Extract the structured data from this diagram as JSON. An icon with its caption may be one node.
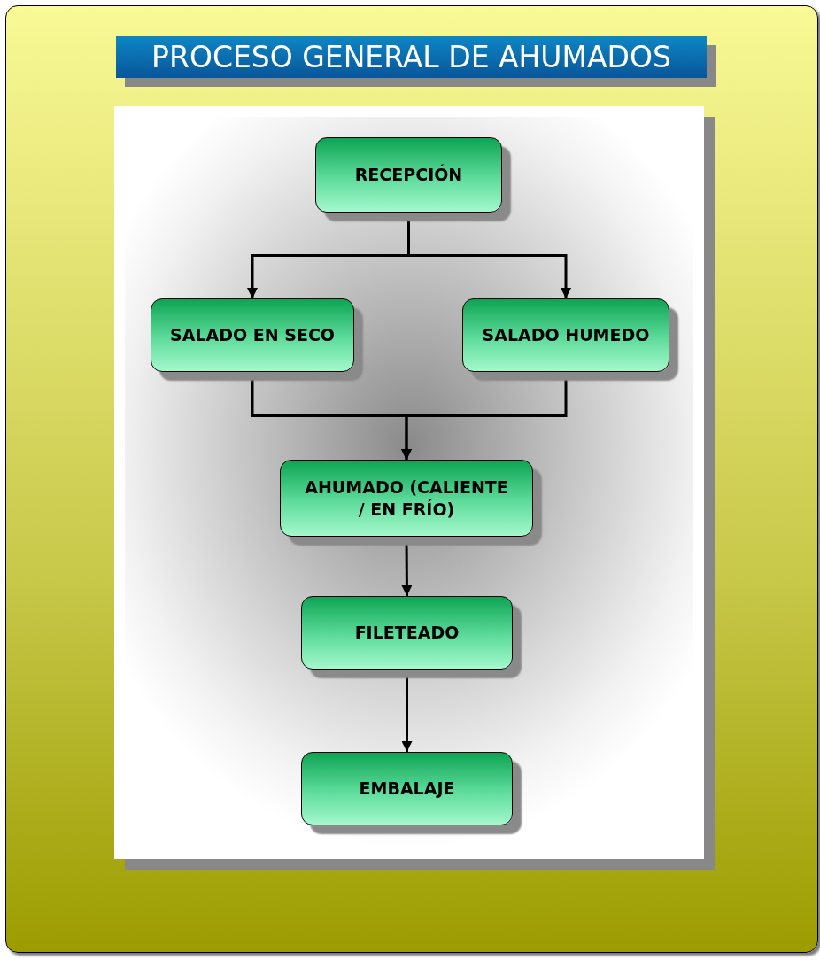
{
  "diagram": {
    "title": "PROCESO GENERAL DE AHUMADOS",
    "nodes": [
      {
        "text": [
          "RECEPCIÓN"
        ]
      },
      {
        "text": [
          "SALADO EN SECO"
        ]
      },
      {
        "text": [
          "SALADO HUMEDO"
        ]
      },
      {
        "text": [
          "AHUMADO (CALIENTE / EN FRÍO)"
        ]
      },
      {
        "text": [
          "FILETEADO"
        ]
      },
      {
        "text": [
          "EMBALAJE"
        ]
      }
    ],
    "edges": [
      {
        "from": 0,
        "to": 1,
        "arrow": "to"
      },
      {
        "from": 0,
        "to": 2,
        "arrow": "to"
      },
      {
        "from": 1,
        "to": 3,
        "arrow": "to"
      },
      {
        "from": 2,
        "to": 3,
        "arrow": "to"
      },
      {
        "from": 3,
        "to": 4,
        "arrow": "to"
      },
      {
        "from": 4,
        "to": 5,
        "arrow": "to"
      }
    ]
  }
}
